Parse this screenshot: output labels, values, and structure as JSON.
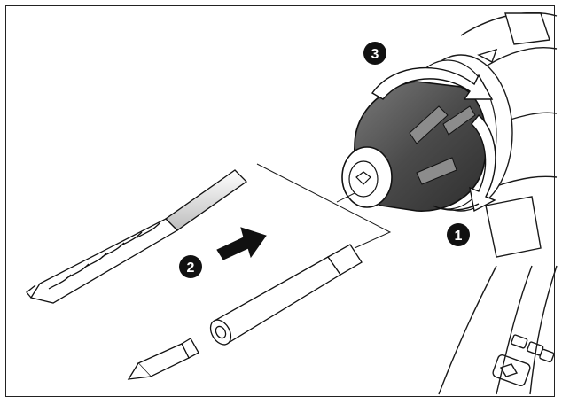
{
  "diagram": {
    "callouts": [
      {
        "id": "step-1",
        "label": "1"
      },
      {
        "id": "step-2",
        "label": "2"
      },
      {
        "id": "step-3",
        "label": "3"
      }
    ],
    "colors": {
      "line": "#1a1a1a",
      "chuck_dark": "#4a4a4a",
      "chuck_mid": "#6e6e6e",
      "callout_fill": "#111111",
      "arrow_fill": "#111111"
    },
    "icons": [
      "drill-bit-icon",
      "screwdriver-bit-holder-icon",
      "screwdriver-bit-icon",
      "chuck-icon",
      "rotation-arrow-icon",
      "insert-arrow-icon"
    ]
  }
}
